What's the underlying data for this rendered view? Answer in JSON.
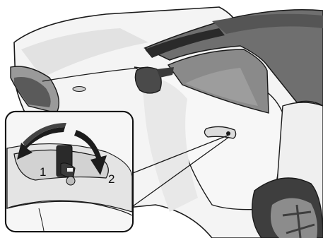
{
  "callouts": {
    "one": "1",
    "two": "2"
  },
  "colors": {
    "car_body": "#f4f4f4",
    "car_shade": "#d6d6d6",
    "soft_top": "#6f6f6f",
    "window": "#8a8a8a",
    "outline": "#1a1a1a",
    "arrow": "#1c1c1c",
    "inset_border": "#111111"
  },
  "icons": [
    "car-illustration",
    "door-handle",
    "key-icon",
    "rotate-arrow-left",
    "rotate-arrow-right"
  ]
}
